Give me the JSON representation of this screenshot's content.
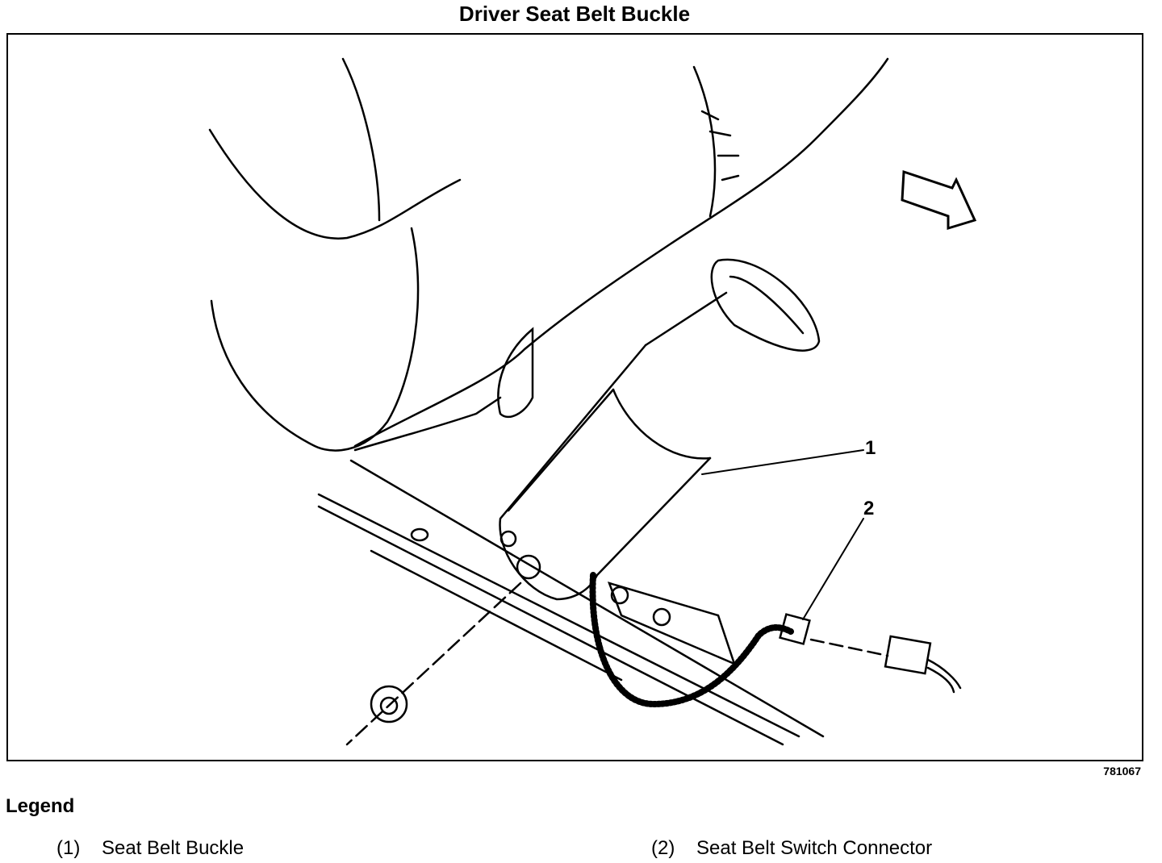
{
  "title": "Driver Seat Belt Buckle",
  "figure_number": "781067",
  "callouts": [
    "1",
    "2"
  ],
  "legend": {
    "heading": "Legend",
    "items": [
      {
        "number": "(1)",
        "label": "Seat Belt Buckle"
      },
      {
        "number": "(2)",
        "label": "Seat Belt Switch Connector"
      }
    ]
  }
}
